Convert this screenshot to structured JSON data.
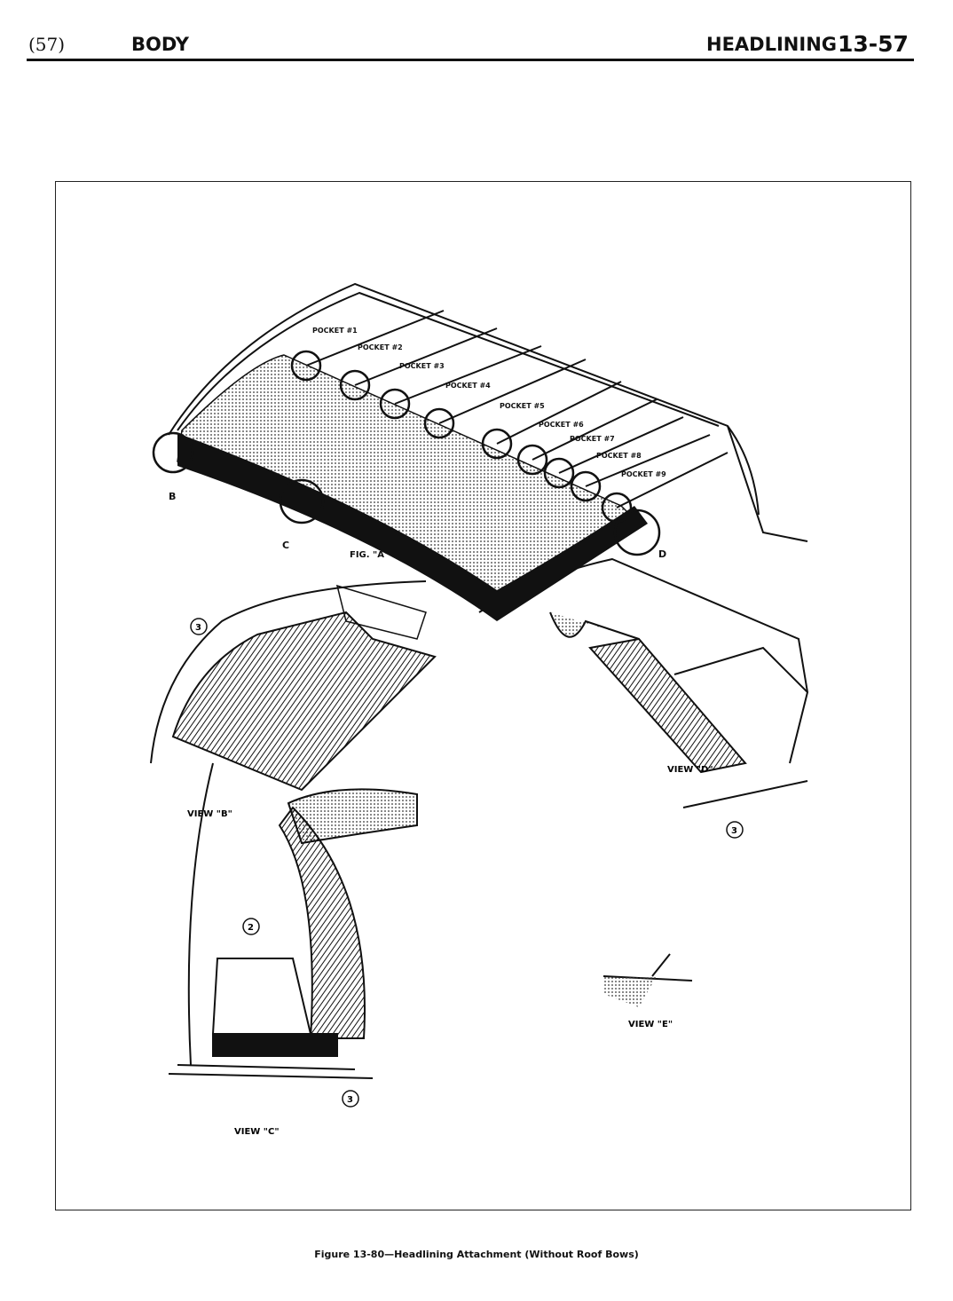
{
  "header": {
    "page_ref": "(57)",
    "section": "BODY",
    "topic": "HEADLINING",
    "page_number": "13-57"
  },
  "figure": {
    "caption": "Figure 13-80—Headlining Attachment (Without Roof Bows)",
    "pockets": [
      "POCKET #1",
      "POCKET #2",
      "POCKET #3",
      "POCKET #4",
      "POCKET #5",
      "POCKET #6",
      "POCKET #7",
      "POCKET #8",
      "POCKET #9"
    ],
    "detail_letters": [
      "B",
      "C",
      "D"
    ],
    "view_labels": {
      "a": "FIG. \"A\"",
      "b": "VIEW \"B\"",
      "c": "VIEW \"C\"",
      "d": "VIEW \"D\"",
      "e": "VIEW \"E\""
    },
    "callouts": {
      "b": "3",
      "c_top": "2",
      "c_bottom": "3",
      "d": "3"
    }
  }
}
